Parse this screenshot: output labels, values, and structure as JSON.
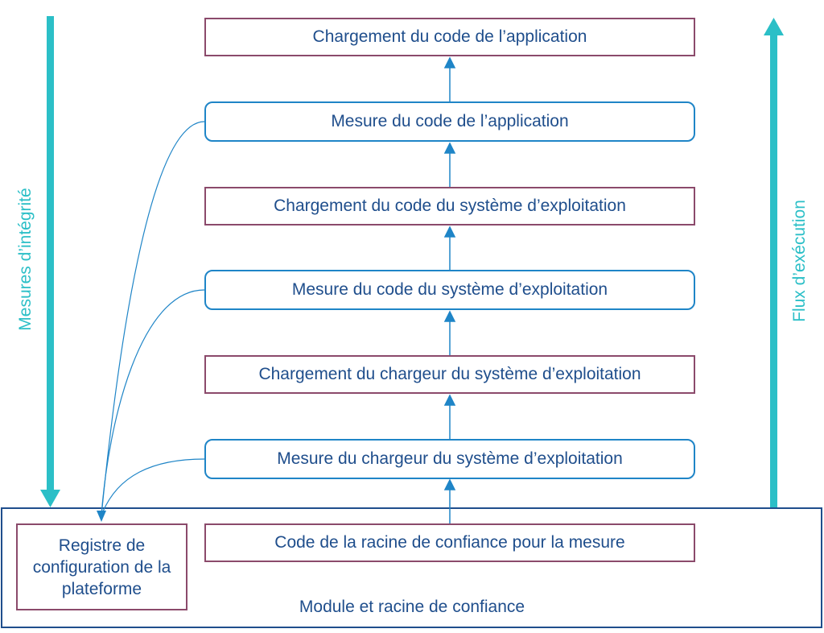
{
  "boxes": {
    "load_app": "Chargement du code de l’application",
    "measure_app": "Mesure du code de l’application",
    "load_os": "Chargement du code du système d’exploitation",
    "measure_os": "Mesure du code du système d’exploitation",
    "load_loader": "Chargement du chargeur du système d’exploitation",
    "measure_loader": "Mesure du chargeur du système d’exploitation",
    "root_code": "Code de la racine de confiance pour la mesure",
    "pcr": "Registre de configuration de la plateforme"
  },
  "module_label": "Module et racine de confiance",
  "left_label": "Mesures d’intégrité",
  "right_label": "Flux d’exécution",
  "colors": {
    "load_border": "#8b4a6b",
    "measure_border": "#1f85c7",
    "text": "#1f4e8c",
    "accent": "#2bbfc7"
  }
}
